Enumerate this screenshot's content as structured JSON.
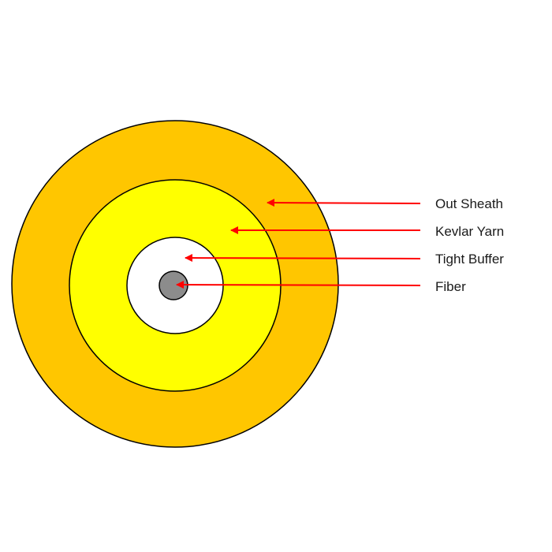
{
  "diagram": {
    "layers": [
      {
        "id": "out-sheath",
        "label": "Out Sheath",
        "color": "#FFC600"
      },
      {
        "id": "kevlar-yarn",
        "label": "Kevlar Yarn",
        "color": "#FFFF00"
      },
      {
        "id": "tight-buffer",
        "label": "Tight Buffer",
        "color": "#FFFFFF"
      },
      {
        "id": "fiber",
        "label": "Fiber",
        "color": "#8C8C8C"
      }
    ],
    "outline_color": "#000000",
    "arrow_color": "#FF0000"
  }
}
